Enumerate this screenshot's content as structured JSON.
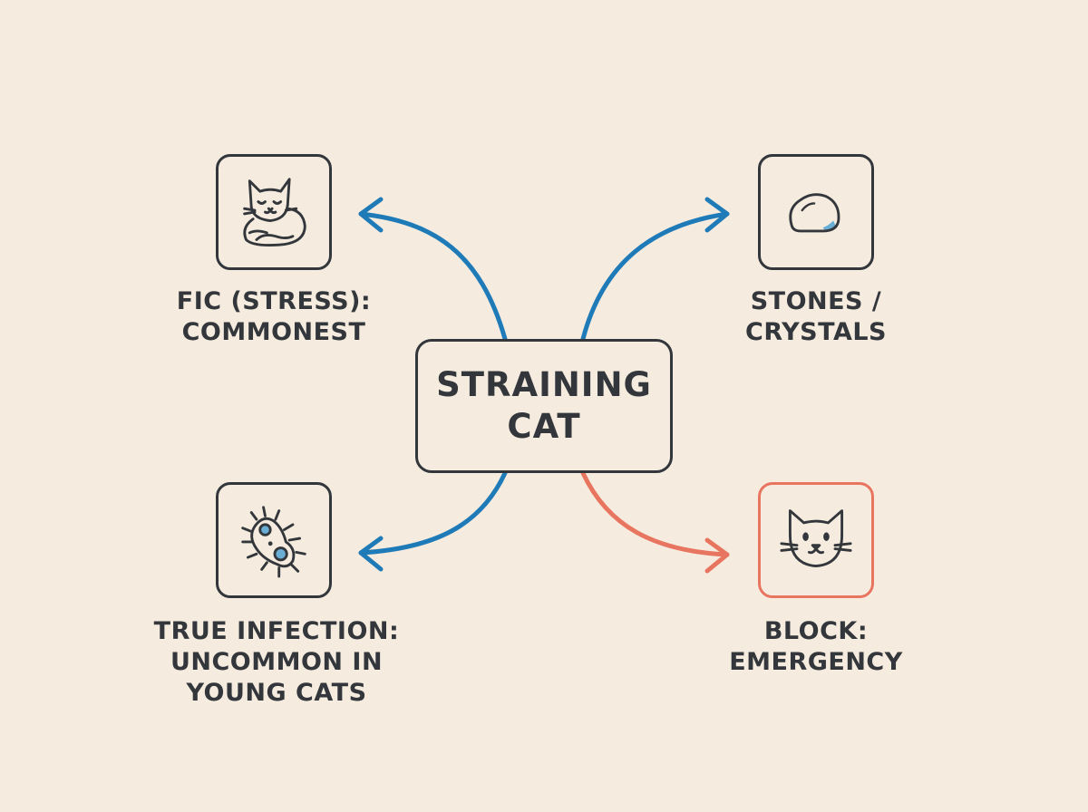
{
  "center": {
    "lines": [
      "STRAINING",
      "CAT"
    ]
  },
  "nodes": {
    "fic": {
      "icon": "sleeping-cat-icon",
      "lines": [
        "FIC (STRESS):",
        "COMMONEST"
      ]
    },
    "stones": {
      "icon": "stone-icon",
      "lines": [
        "STONES /",
        "CRYSTALS"
      ]
    },
    "infection": {
      "icon": "bacterium-icon",
      "lines": [
        "TRUE INFECTION:",
        "UNCOMMON IN",
        "YOUNG CATS"
      ]
    },
    "block": {
      "icon": "cat-face-icon",
      "lines": [
        "BLOCK:",
        "EMERGENCY"
      ]
    }
  },
  "colors": {
    "background": "#f5ecdf",
    "outline": "#33373c",
    "common_arrow": "#1f7ab8",
    "emergency_arrow": "#e8755f",
    "icon_accent": "#6aaed6"
  }
}
